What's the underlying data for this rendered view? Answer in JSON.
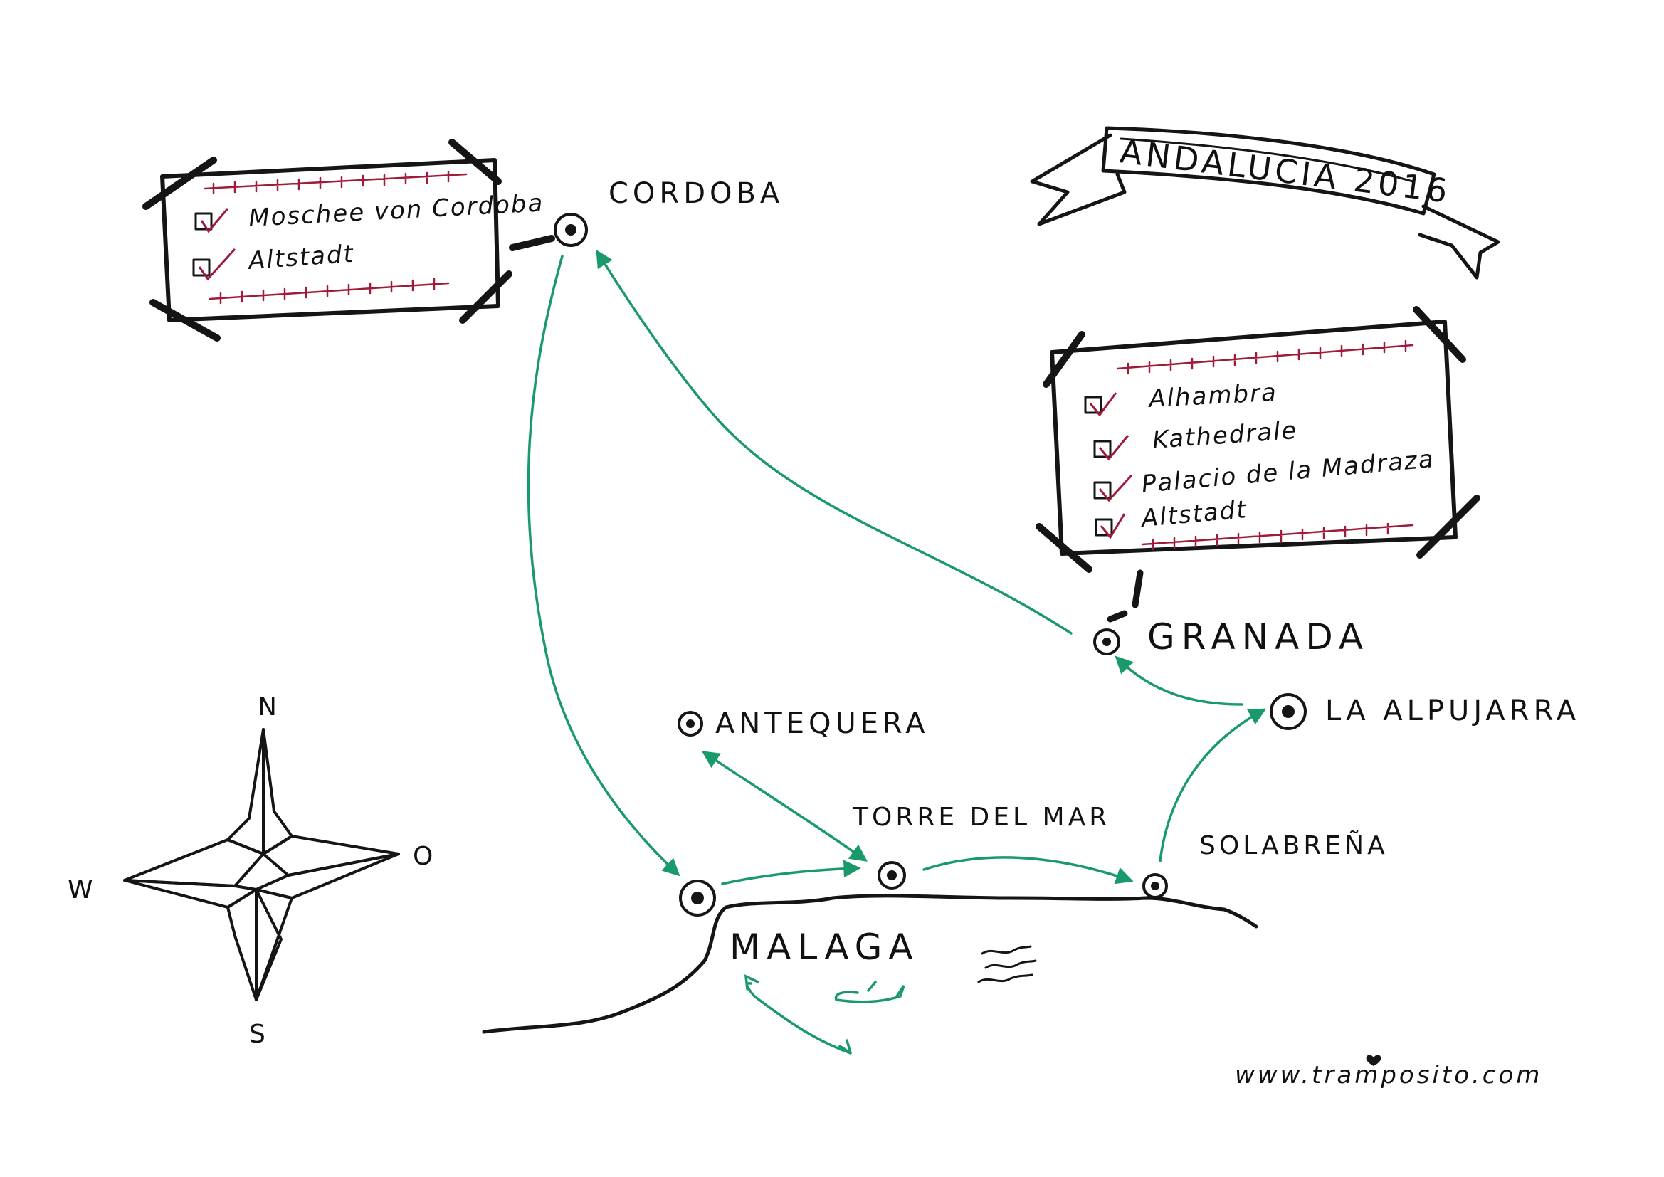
{
  "title": "ANDALUCIA 2016",
  "colors": {
    "ink": "#151515",
    "route": "#1a9a6b",
    "city_marker": "#c8102e",
    "checkmark": "#a01a3a"
  },
  "cities": {
    "cordoba": "CORDOBA",
    "granada": "GRANADA",
    "la_alpujarra": "LA ALPUJARRA",
    "antequera": "ANTEQUERA",
    "torre_del_mar": "TORRE DEL MAR",
    "solabrena": "SOLABREÑA",
    "malaga": "MALAGA"
  },
  "cordoba_list": {
    "items": [
      "Moschee von Cordoba",
      "Altstadt"
    ]
  },
  "granada_list": {
    "items": [
      "Alhambra",
      "Kathedrale",
      "Palacio de la Madraza",
      "Altstadt"
    ]
  },
  "compass": {
    "north": "N",
    "south": "S",
    "west": "W",
    "east": "O"
  },
  "footer": {
    "website": "www.tramposito.com"
  },
  "icons": [
    "compass-rose-icon",
    "banner-icon",
    "city-marker-icon",
    "checkbox-icon",
    "airplane-icon",
    "waves-icon",
    "tape-icon"
  ]
}
